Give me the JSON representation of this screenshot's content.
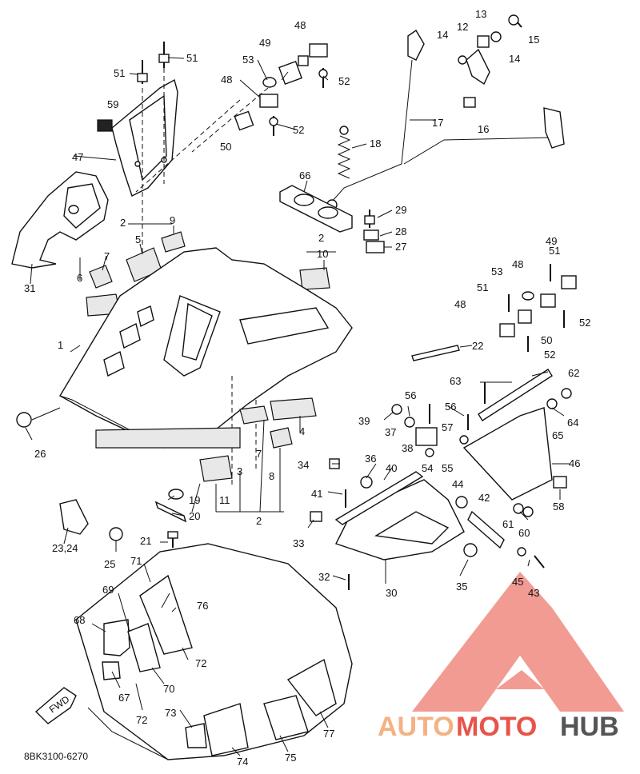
{
  "diagram": {
    "drawing_code": "8BK3100-6270",
    "fwd_label": "FWD",
    "watermark": {
      "part1": "AUTO",
      "part2": "MOTO",
      "part3": "HUB",
      "color_orange": "#f4b183",
      "color_red": "#e8534a",
      "color_gray": "#555555"
    },
    "labels": [
      {
        "id": "1",
        "text": "1"
      },
      {
        "id": "2a",
        "text": "2"
      },
      {
        "id": "2b",
        "text": "2"
      },
      {
        "id": "2c",
        "text": "2"
      },
      {
        "id": "3",
        "text": "3"
      },
      {
        "id": "4",
        "text": "4"
      },
      {
        "id": "5",
        "text": "5"
      },
      {
        "id": "6",
        "text": "6"
      },
      {
        "id": "7a",
        "text": "7"
      },
      {
        "id": "7b",
        "text": "7"
      },
      {
        "id": "8",
        "text": "8"
      },
      {
        "id": "9",
        "text": "9"
      },
      {
        "id": "10",
        "text": "10"
      },
      {
        "id": "11",
        "text": "11"
      },
      {
        "id": "12",
        "text": "12"
      },
      {
        "id": "13",
        "text": "13"
      },
      {
        "id": "14a",
        "text": "14"
      },
      {
        "id": "14b",
        "text": "14"
      },
      {
        "id": "15",
        "text": "15"
      },
      {
        "id": "16",
        "text": "16"
      },
      {
        "id": "17",
        "text": "17"
      },
      {
        "id": "18",
        "text": "18"
      },
      {
        "id": "19",
        "text": "19"
      },
      {
        "id": "20",
        "text": "20"
      },
      {
        "id": "21",
        "text": "21"
      },
      {
        "id": "22",
        "text": "22"
      },
      {
        "id": "23",
        "text": "23,24"
      },
      {
        "id": "25",
        "text": "25"
      },
      {
        "id": "26",
        "text": "26"
      },
      {
        "id": "27",
        "text": "27"
      },
      {
        "id": "28",
        "text": "28"
      },
      {
        "id": "29",
        "text": "29"
      },
      {
        "id": "30",
        "text": "30"
      },
      {
        "id": "31",
        "text": "31"
      },
      {
        "id": "32",
        "text": "32"
      },
      {
        "id": "33",
        "text": "33"
      },
      {
        "id": "34",
        "text": "34"
      },
      {
        "id": "35",
        "text": "35"
      },
      {
        "id": "36",
        "text": "36"
      },
      {
        "id": "37",
        "text": "37"
      },
      {
        "id": "38",
        "text": "38"
      },
      {
        "id": "39",
        "text": "39"
      },
      {
        "id": "40",
        "text": "40"
      },
      {
        "id": "41",
        "text": "41"
      },
      {
        "id": "42",
        "text": "42"
      },
      {
        "id": "43",
        "text": "43"
      },
      {
        "id": "44",
        "text": "44"
      },
      {
        "id": "45",
        "text": "45"
      },
      {
        "id": "46",
        "text": "46"
      },
      {
        "id": "47",
        "text": "47"
      },
      {
        "id": "48a",
        "text": "48"
      },
      {
        "id": "48b",
        "text": "48"
      },
      {
        "id": "48c",
        "text": "48"
      },
      {
        "id": "48d",
        "text": "48"
      },
      {
        "id": "49a",
        "text": "49"
      },
      {
        "id": "49b",
        "text": "49"
      },
      {
        "id": "50a",
        "text": "50"
      },
      {
        "id": "50b",
        "text": "50"
      },
      {
        "id": "51a",
        "text": "51"
      },
      {
        "id": "51b",
        "text": "51"
      },
      {
        "id": "51c",
        "text": "51"
      },
      {
        "id": "51d",
        "text": "51"
      },
      {
        "id": "52a",
        "text": "52"
      },
      {
        "id": "52b",
        "text": "52"
      },
      {
        "id": "52c",
        "text": "52"
      },
      {
        "id": "52d",
        "text": "52"
      },
      {
        "id": "53a",
        "text": "53"
      },
      {
        "id": "53b",
        "text": "53"
      },
      {
        "id": "54",
        "text": "54"
      },
      {
        "id": "55",
        "text": "55"
      },
      {
        "id": "56a",
        "text": "56"
      },
      {
        "id": "56b",
        "text": "56"
      },
      {
        "id": "57",
        "text": "57"
      },
      {
        "id": "58",
        "text": "58"
      },
      {
        "id": "59",
        "text": "59"
      },
      {
        "id": "60",
        "text": "60"
      },
      {
        "id": "61",
        "text": "61"
      },
      {
        "id": "62",
        "text": "62"
      },
      {
        "id": "63",
        "text": "63"
      },
      {
        "id": "64",
        "text": "64"
      },
      {
        "id": "65",
        "text": "65"
      },
      {
        "id": "66",
        "text": "66"
      },
      {
        "id": "67",
        "text": "67"
      },
      {
        "id": "68",
        "text": "68"
      },
      {
        "id": "69",
        "text": "69"
      },
      {
        "id": "70",
        "text": "70"
      },
      {
        "id": "71",
        "text": "71"
      },
      {
        "id": "72a",
        "text": "72"
      },
      {
        "id": "72b",
        "text": "72"
      },
      {
        "id": "73",
        "text": "73"
      },
      {
        "id": "74",
        "text": "74"
      },
      {
        "id": "75",
        "text": "75"
      },
      {
        "id": "76",
        "text": "76"
      },
      {
        "id": "77",
        "text": "77"
      }
    ]
  }
}
